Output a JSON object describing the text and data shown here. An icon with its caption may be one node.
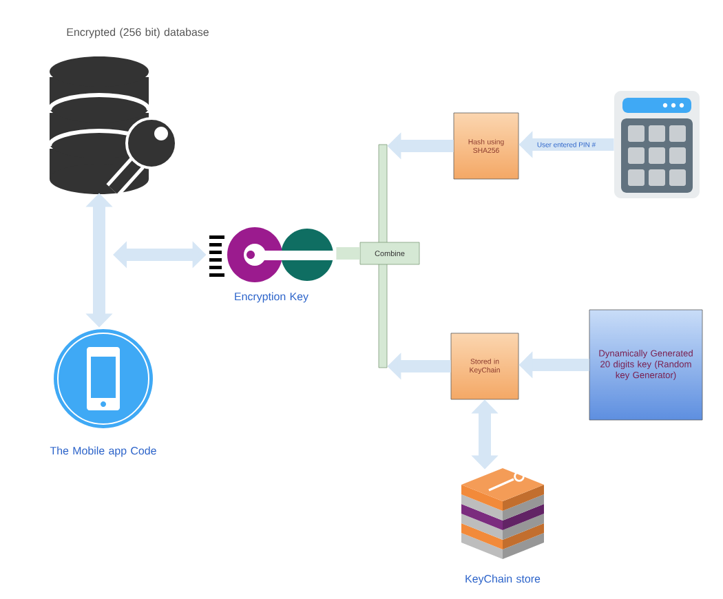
{
  "diagram": {
    "nodes": [
      {
        "text": [
          "Encrypted (256 bit) database"
        ]
      },
      {
        "text": [
          "Encryption Key"
        ]
      },
      {
        "text": [
          "The Mobile app Code"
        ]
      },
      {
        "text": [
          "Combine"
        ]
      },
      {
        "text": [
          "Hash using SHA256"
        ]
      },
      {
        "text": [],
        "shape": "picture"
      },
      {
        "text": [
          "Stored in KeyChain"
        ]
      },
      {
        "text": [
          "Dynamically Generated 20 digits key (Random key Generator)"
        ]
      },
      {
        "text": [
          "KeyChain store"
        ]
      }
    ],
    "edges": [
      {
        "from": 0,
        "to": 2,
        "arrow": "both"
      },
      {
        "from": null,
        "to": 1,
        "arrow": "both"
      },
      {
        "from": 3,
        "to": 1,
        "arrow": "none",
        "color": "#d5e8d4"
      },
      {
        "from": 4,
        "to": 3,
        "arrow": "to"
      },
      {
        "from": 5,
        "to": 4,
        "arrow": "to",
        "label": "User entered PIN #"
      },
      {
        "from": 6,
        "to": 3,
        "arrow": "to"
      },
      {
        "from": 7,
        "to": 6,
        "arrow": "to"
      },
      {
        "from": 6,
        "to": 8,
        "arrow": "both"
      }
    ]
  }
}
